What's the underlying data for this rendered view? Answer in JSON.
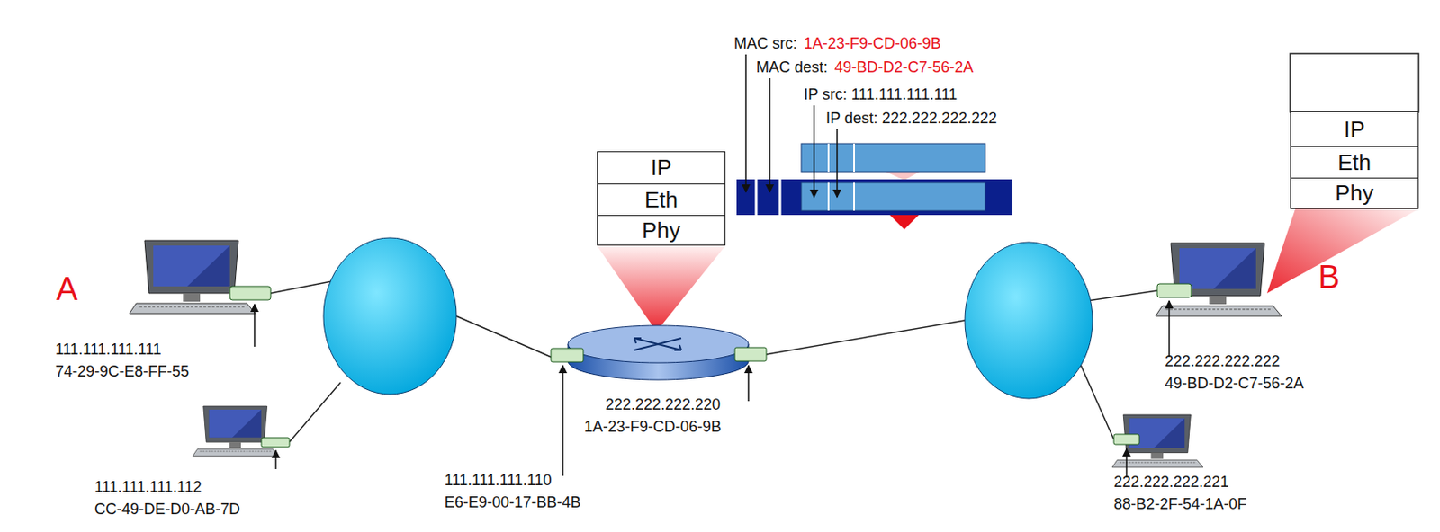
{
  "diagram": {
    "nodes": [
      {
        "text": [
          "IP"
        ]
      },
      {
        "text": [
          "Eth"
        ]
      },
      {
        "text": [
          "Phy"
        ]
      },
      {
        "text": [
          "IP"
        ]
      },
      {
        "text": [
          "Eth"
        ]
      },
      {
        "text": [
          "Phy"
        ]
      }
    ],
    "labels": [
      "MAC src:",
      "1A-23-F9-CD-06-9B",
      "MAC dest:",
      "49-BD-D2-C7-56-2A",
      "IP src: 111.111.111.111",
      "IP dest: 222.222.222.222",
      "A",
      "B",
      "111.111.111.111",
      "74-29-9C-E8-FF-55",
      "111.111.111.112",
      "CC-49-DE-D0-AB-7D",
      "111.111.111.110",
      "E6-E9-00-17-BB-4B",
      "222.222.222.220",
      "1A-23-F9-CD-06-9B",
      "222.222.222.222",
      "49-BD-D2-C7-56-2A",
      "222.222.222.221",
      "88-B2-2F-54-1A-0F"
    ]
  }
}
